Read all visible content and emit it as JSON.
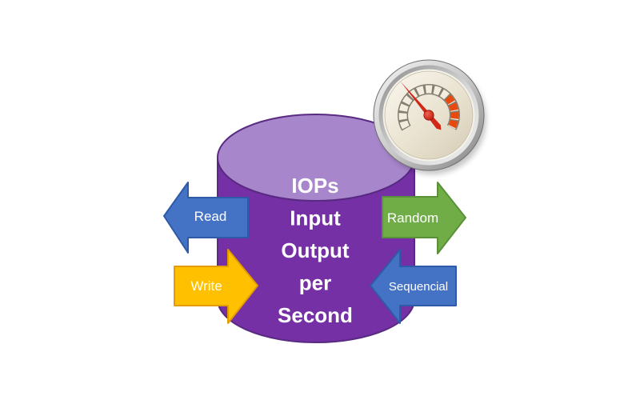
{
  "background_color": "#ffffff",
  "diagram": {
    "subject": "IOPs Input Output per Second",
    "title_lines": [
      "IOPs",
      "Input",
      "Output",
      "per",
      "Second"
    ],
    "cylinder": {
      "body_color": "#7430A4",
      "top_color": "#A886CB",
      "border_color": "#582A82",
      "text_color": "#FFFFFF"
    },
    "arrows": [
      {
        "label": "Read",
        "direction": "left",
        "fill": "#4472C4",
        "border": "#2E5AA7",
        "text_color": "#FFFFFF"
      },
      {
        "label": "Write",
        "direction": "right",
        "fill": "#FFC000",
        "border": "#E39B00",
        "text_color": "#FFFFFF"
      },
      {
        "label": "Random",
        "direction": "right",
        "fill": "#70AD47",
        "border": "#5A9138",
        "text_color": "#FFFFFF"
      },
      {
        "label": "Sequencial",
        "direction": "left",
        "fill": "#4472C4",
        "border": "#2E5AA7",
        "text_color": "#FFFFFF"
      }
    ],
    "gauge": {
      "icon": "speedometer-gauge-icon",
      "needle_color": "#D22618",
      "hub_color": "#C11F0F",
      "tick_color": "#857E6E",
      "tick_fill_color": "#F2EDE0",
      "highlight_zone_color": "#E8490E",
      "face_color": "#EFE8D9",
      "bezel_color": "#C9C9C9"
    }
  }
}
